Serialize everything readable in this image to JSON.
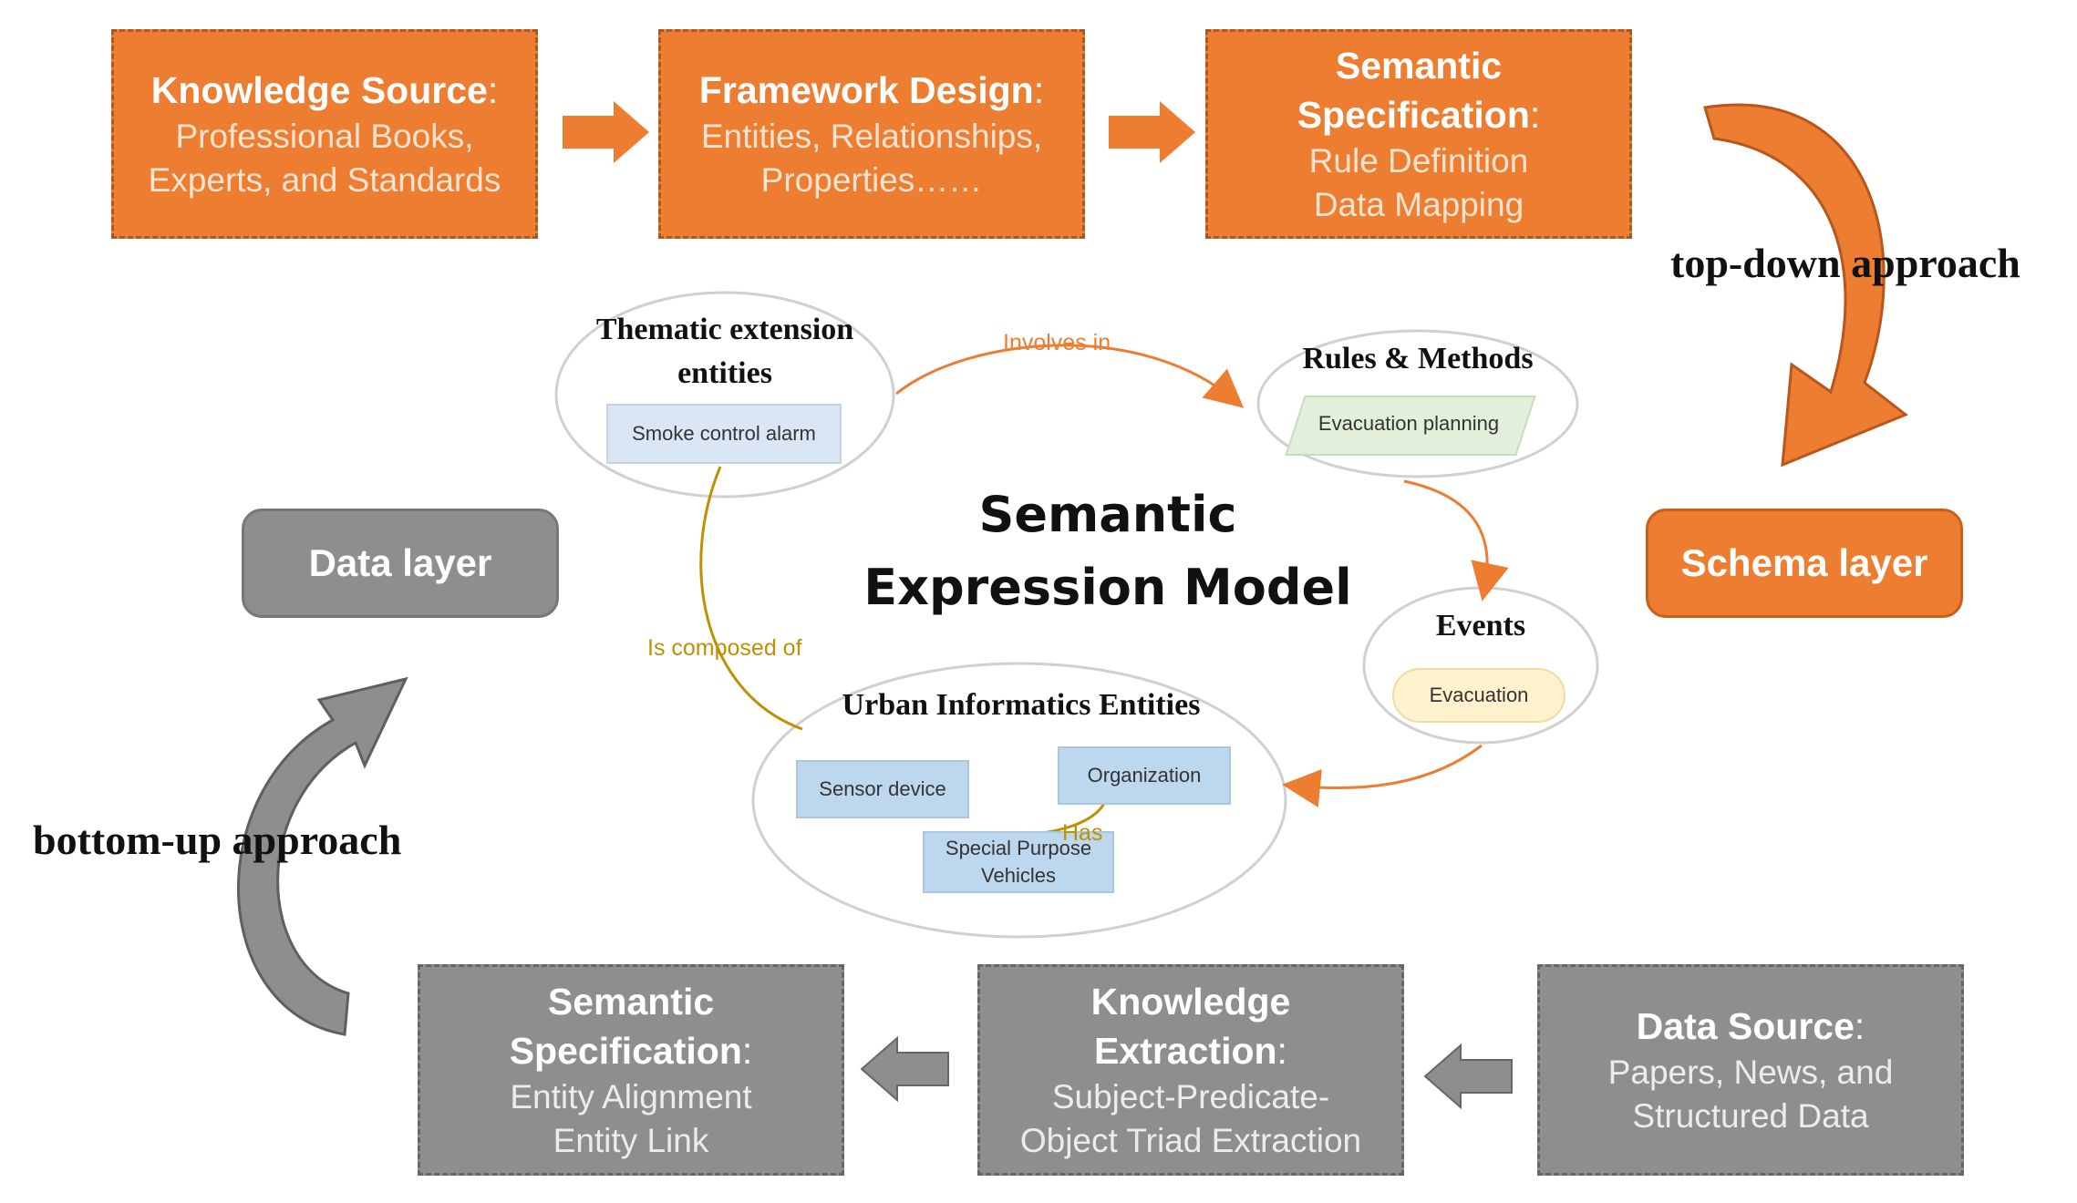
{
  "top_row": [
    {
      "title": "Knowledge Source",
      "colon": ":",
      "lines": [
        "Professional Books,",
        "Experts, and Standards"
      ]
    },
    {
      "title": "Framework Design",
      "colon": ":",
      "lines": [
        "Entities, Relationships,",
        "Properties……"
      ]
    },
    {
      "title": "Semantic Specification",
      "title_lines": [
        "Semantic",
        "Specification"
      ],
      "colon": ":",
      "lines": [
        "Rule Definition",
        "Data Mapping"
      ]
    }
  ],
  "bottom_row": [
    {
      "title_lines": [
        "Semantic",
        "Specification"
      ],
      "colon": ":",
      "lines": [
        "Entity Alignment",
        "Entity Link"
      ]
    },
    {
      "title_lines": [
        "Knowledge",
        "Extraction"
      ],
      "colon": ":",
      "lines": [
        "Subject-Predicate-",
        "Object Triad Extraction"
      ]
    },
    {
      "title": "Data Source",
      "colon": ":",
      "lines": [
        "Papers, News, and",
        "Structured Data"
      ]
    }
  ],
  "layers": {
    "data": "Data layer",
    "schema": "Schema layer"
  },
  "approaches": {
    "top_down": "top-down approach",
    "bottom_up": "bottom-up approach"
  },
  "center_title": [
    "Semantic",
    "Expression Model"
  ],
  "nodes": {
    "thematic": {
      "title_lines": [
        "Thematic extension",
        "entities"
      ],
      "item": "Smoke control alarm"
    },
    "rules": {
      "title": "Rules & Methods",
      "item": "Evacuation planning"
    },
    "events": {
      "title": "Events",
      "item": "Evacuation"
    },
    "urban": {
      "title": "Urban Informatics Entities",
      "items": [
        "Sensor device",
        "Organization",
        "Special Purpose Vehicles"
      ]
    }
  },
  "relations": {
    "involves": "Involves in",
    "composed": "Is composed of",
    "has": "Has"
  },
  "colors": {
    "orange": "#ED7D31",
    "gray": "#8E8E8E",
    "blue_box": "#BDD7EE",
    "green_box": "#E2EFDA",
    "yellow_box": "#FFF2CC",
    "olive_line": "#BF9000"
  }
}
